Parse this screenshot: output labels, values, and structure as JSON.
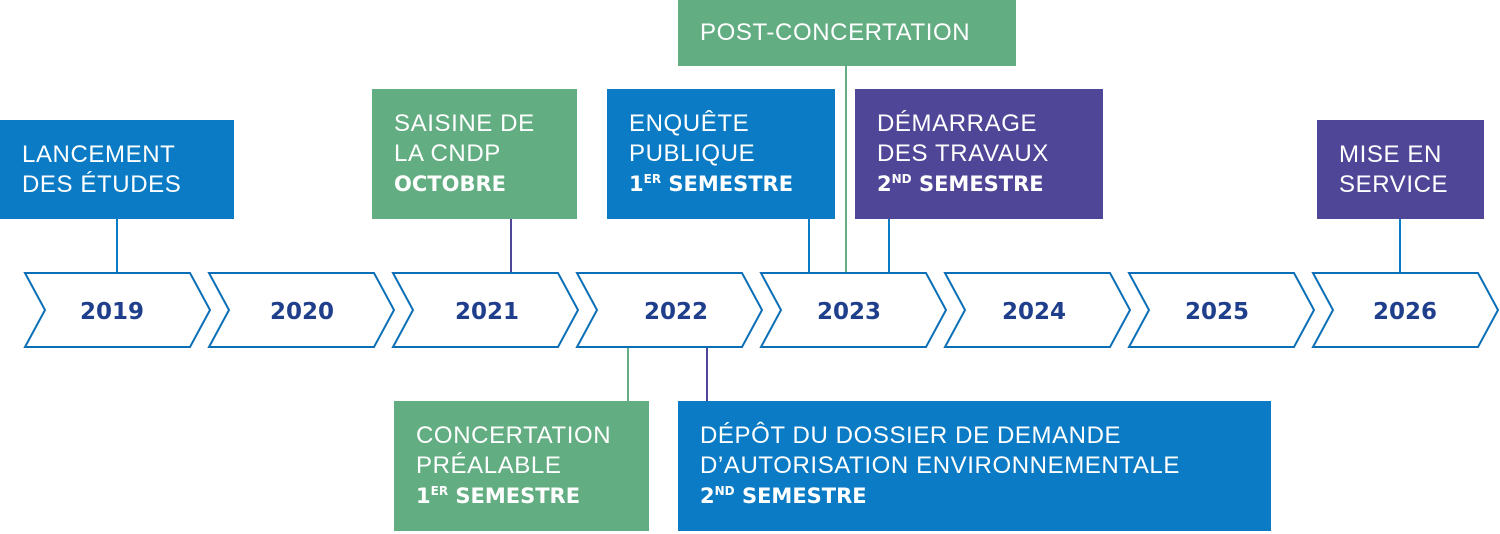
{
  "colors": {
    "green": "#63ad82",
    "blue": "#0a7bc4",
    "purple": "#4f4697",
    "year_text": "#1f3e8c",
    "chevron_outline": "#0a6fb7"
  },
  "years": [
    "2019",
    "2020",
    "2021",
    "2022",
    "2023",
    "2024",
    "2025",
    "2026"
  ],
  "events": {
    "lancement": {
      "line1": "LANCEMENT",
      "line2": "DES ÉTUDES",
      "color": "blue"
    },
    "saisine": {
      "line1": "SAISINE DE",
      "line2": "LA CNDP",
      "bold": "OCTOBRE",
      "color": "green"
    },
    "enquete": {
      "line1": "ENQUÊTE",
      "line2": "PUBLIQUE",
      "bold_num": "1",
      "bold_sup": "ER",
      "bold_rest": " SEMESTRE",
      "color": "blue"
    },
    "post": {
      "line1": "POST-CONCERTATION",
      "color": "green"
    },
    "demarrage": {
      "line1": "DÉMARRAGE",
      "line2": "DES TRAVAUX",
      "bold_num": "2",
      "bold_sup": "ND",
      "bold_rest": " SEMESTRE",
      "color": "purple"
    },
    "mise": {
      "line1": "MISE EN",
      "line2": "SERVICE",
      "color": "purple"
    },
    "concertation": {
      "line1": "CONCERTATION",
      "line2": "PRÉALABLE",
      "bold_num": "1",
      "bold_sup": "ER",
      "bold_rest": " SEMESTRE",
      "color": "green"
    },
    "depot": {
      "line1": "DÉPÔT DU DOSSIER DE DEMANDE",
      "line2": "D’AUTORISATION ENVIRONNEMENTALE",
      "bold_num": "2",
      "bold_sup": "ND",
      "bold_rest": " SEMESTRE",
      "color": "blue"
    }
  }
}
